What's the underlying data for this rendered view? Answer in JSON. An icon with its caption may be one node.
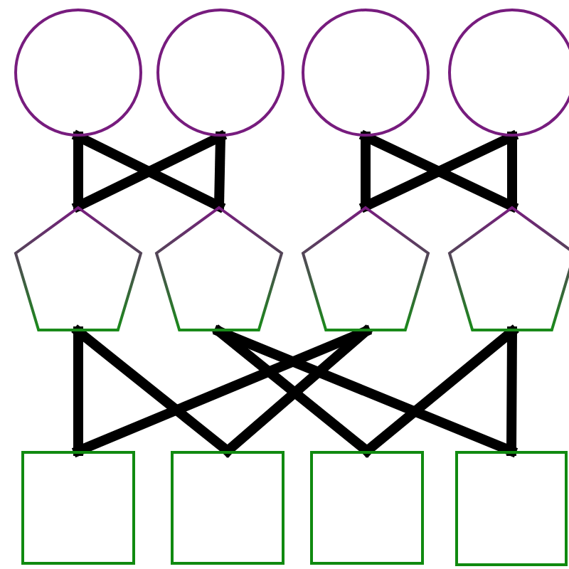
{
  "diagram": {
    "nodes": [
      {
        "text": [],
        "shape": "circle"
      },
      {
        "text": [],
        "shape": "circle"
      },
      {
        "text": [],
        "shape": "circle"
      },
      {
        "text": [],
        "shape": "circle"
      },
      {
        "text": [],
        "shape": "pentagon"
      },
      {
        "text": [],
        "shape": "pentagon"
      },
      {
        "text": [],
        "shape": "pentagon"
      },
      {
        "text": [],
        "shape": "pentagon"
      },
      {
        "text": [],
        "shape": "box"
      },
      {
        "text": [],
        "shape": "box"
      },
      {
        "text": [],
        "shape": "box"
      },
      {
        "text": [],
        "shape": "box"
      }
    ],
    "edges": [
      {
        "from": 0,
        "to": 4,
        "arrow": "none"
      },
      {
        "from": 0,
        "to": 5,
        "arrow": "none"
      },
      {
        "from": 1,
        "to": 4,
        "arrow": "none"
      },
      {
        "from": 1,
        "to": 5,
        "arrow": "none"
      },
      {
        "from": 2,
        "to": 6,
        "arrow": "none"
      },
      {
        "from": 2,
        "to": 7,
        "arrow": "none"
      },
      {
        "from": 3,
        "to": 6,
        "arrow": "none"
      },
      {
        "from": 3,
        "to": 7,
        "arrow": "none"
      },
      {
        "from": 4,
        "to": 8,
        "arrow": "none"
      },
      {
        "from": 4,
        "to": 9,
        "arrow": "none"
      },
      {
        "from": 5,
        "to": 10,
        "arrow": "none"
      },
      {
        "from": 5,
        "to": 11,
        "arrow": "none"
      },
      {
        "from": 6,
        "to": 8,
        "arrow": "none"
      },
      {
        "from": 6,
        "to": 9,
        "arrow": "none"
      },
      {
        "from": 7,
        "to": 10,
        "arrow": "none"
      },
      {
        "from": 7,
        "to": 11,
        "arrow": "none"
      }
    ]
  }
}
